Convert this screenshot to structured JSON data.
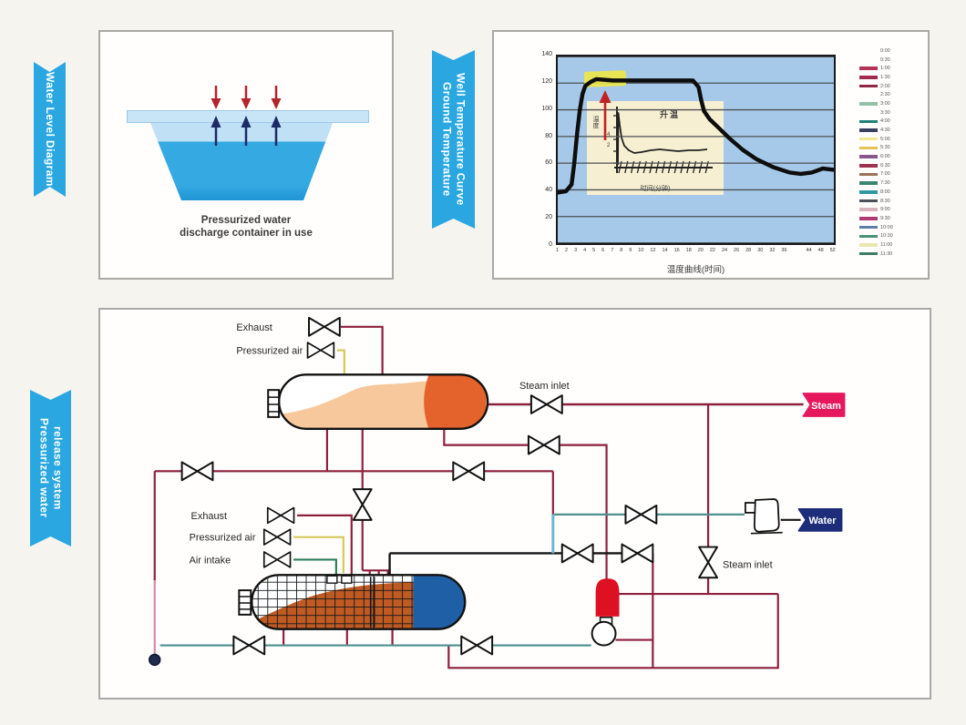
{
  "ribbons": {
    "water_level": "Water Level Diagram",
    "ground_temp_line1": "Ground Temperature",
    "ground_temp_line2": "Well Temperature Curve",
    "pressurized_line1": "Pressurized water",
    "pressurized_line2": "release system",
    "color": "#2aa7e0"
  },
  "water_level_panel": {
    "caption_line1": "Pressurized water",
    "caption_line2": "discharge container in use"
  },
  "temperature_panel": {
    "inset": {
      "title": "升温",
      "ylabel": "温度",
      "tick1": "4",
      "tick2": "2",
      "xlabel": "时间(分钟)"
    }
  },
  "chart_data": {
    "type": "line",
    "title": "",
    "xlabel": "温度曲线(时间)",
    "ylabel": "",
    "ylim": [
      0,
      140
    ],
    "grid": true,
    "plot_bg": "#a6c9ea",
    "y_ticks": [
      "140",
      "120",
      "100",
      "80",
      "60",
      "40",
      "20",
      "0"
    ],
    "x_ticks": [
      "1",
      "2",
      "3",
      "4",
      "5",
      "6",
      "7",
      "8",
      "9",
      "10",
      "12",
      "14",
      "16",
      "18",
      "20",
      "22",
      "24",
      "26",
      "28",
      "30",
      "32",
      "36",
      "",
      "",
      "44",
      "48",
      "52"
    ],
    "series": [
      {
        "name": "well temperature curve",
        "color": "#0d0d0d",
        "points": [
          [
            0,
            38
          ],
          [
            3,
            39
          ],
          [
            5,
            44
          ],
          [
            6,
            60
          ],
          [
            7,
            82
          ],
          [
            8,
            100
          ],
          [
            9,
            112
          ],
          [
            10,
            118
          ],
          [
            12,
            121
          ],
          [
            14,
            123
          ],
          [
            20,
            122
          ],
          [
            30,
            122
          ],
          [
            42,
            122
          ],
          [
            49,
            122
          ],
          [
            51,
            117
          ],
          [
            52,
            107
          ],
          [
            53,
            99
          ],
          [
            55,
            93
          ],
          [
            58,
            87
          ],
          [
            62,
            79
          ],
          [
            67,
            70
          ],
          [
            72,
            63
          ],
          [
            78,
            57
          ],
          [
            84,
            53
          ],
          [
            88,
            52
          ],
          [
            92,
            53
          ],
          [
            96,
            56
          ],
          [
            100,
            55
          ]
        ]
      }
    ],
    "inset_points": [
      [
        34,
        70
      ],
      [
        34.5,
        13
      ],
      [
        36,
        26
      ],
      [
        38,
        40
      ],
      [
        41,
        49
      ],
      [
        46,
        54
      ],
      [
        52,
        57
      ],
      [
        60,
        56
      ],
      [
        70,
        54
      ],
      [
        80,
        53
      ],
      [
        90,
        54
      ],
      [
        100,
        55
      ],
      [
        112,
        54
      ],
      [
        122,
        54
      ],
      [
        132,
        53
      ]
    ],
    "legend": [
      {
        "color": null,
        "label": "0:00"
      },
      {
        "color": null,
        "label": "0:30"
      },
      {
        "color": "#b23558",
        "label": "1:00"
      },
      {
        "color": "#a22a4c",
        "label": "1:30"
      },
      {
        "color": "#8e2844",
        "label": "2:00"
      },
      {
        "color": null,
        "label": "2:30"
      },
      {
        "color": "#93c0a6",
        "label": "3:00"
      },
      {
        "color": null,
        "label": "3:30"
      },
      {
        "color": "#22807a",
        "label": "4:00"
      },
      {
        "color": "#39405f",
        "label": "4:30"
      },
      {
        "color": "#f0ea94",
        "label": "5:00"
      },
      {
        "color": "#e2c356",
        "label": "5:30"
      },
      {
        "color": "#87588e",
        "label": "6:00"
      },
      {
        "color": "#a03050",
        "label": "6:30"
      },
      {
        "color": "#9d7158",
        "label": "7:00"
      },
      {
        "color": "#3c8472",
        "label": "7:30"
      },
      {
        "color": "#2f98a2",
        "label": "8:00"
      },
      {
        "color": "#4a5058",
        "label": "8:30"
      },
      {
        "color": "#dab4bc",
        "label": "9:00"
      },
      {
        "color": "#b03a74",
        "label": "9:30"
      },
      {
        "color": "#5d7ea6",
        "label": "10:00"
      },
      {
        "color": "#4c9178",
        "label": "10:30"
      },
      {
        "color": "#ece7b0",
        "label": "11:00"
      },
      {
        "color": "#3d7d62",
        "label": "11:30"
      }
    ]
  },
  "piping": {
    "exhaust_top": "Exhaust",
    "pressurized_air_top": "Pressurized air",
    "steam_inlet_top": "Steam inlet",
    "exhaust_lower": "Exhaust",
    "pressurized_air_lower": "Pressurized air",
    "air_intake_lower": "Air intake",
    "steam_inlet_lower": "Steam inlet",
    "steam_badge": "Steam",
    "water_badge": "Water",
    "colors": {
      "pipe_dark_red": "#8e1f3d",
      "pipe_yellow": "#d6c75a",
      "pipe_green": "#2e7d5b",
      "pipe_teal": "#4e8f8f",
      "pipe_cyan": "#6fb3d6",
      "pipe_pink": "#d689a8",
      "steam_badge": "#e5185e",
      "water_badge": "#1d2d7a",
      "vessel_red": "#dd1122",
      "tank_peach": "#f6c89c",
      "tank_orange": "#e4622b",
      "tank_brown": "#bf5a22",
      "tank_blue": "#1f5fa6"
    }
  }
}
